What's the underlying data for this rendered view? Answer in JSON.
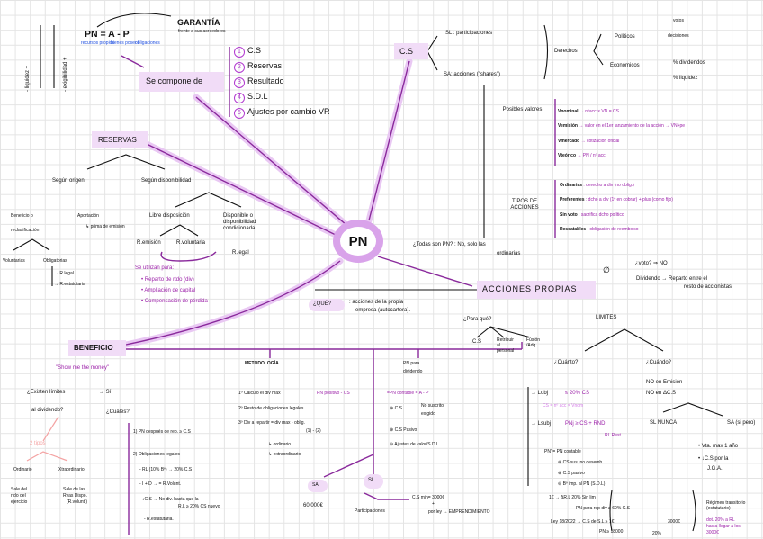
{
  "accent_colors": {
    "purple": "#9b1fa8",
    "highlight": "#f1dcf7",
    "blue": "#1f4fe0",
    "pink": "#f4a3a3"
  },
  "header": {
    "liquidez": "- liquidez +",
    "exigibilidad": "- exigibilidad +",
    "equation": "PN = A - P",
    "pn_sub": "recursos propios",
    "a_sub": "bienes poseos",
    "p_sub": "obligaciones",
    "garantia": "GARANTÍA",
    "garantia_sub": "frente a sus acreedores"
  },
  "center": {
    "label": "PN"
  },
  "compone": {
    "label": "Se compone de",
    "items": [
      "C.S",
      "Reservas",
      "Resultado",
      "S.D.L",
      "Ajustes por cambio VR"
    ]
  },
  "reservas": {
    "title": "RESERVAS",
    "origen": "Según origen",
    "disponibilidad": "Según disponibilidad",
    "beneficio": "Beneficio o",
    "reclas": "reclasificación",
    "aportacion": "Aportación",
    "prima": "↳ prima de emisión",
    "voluntarias": "Voluntarias",
    "obligatorias": "Obligatorias",
    "rlegal_small": "→ R.legal",
    "restat": "→ R.estatutaria",
    "libre": "Libre disposición",
    "disponible": "Disponible o disponibilidad condicionada.",
    "remision": "R.emisión",
    "rvoluntaria": "R.voluntaria",
    "rlegal": "R.legal",
    "utilizan": "Se utilizan para:",
    "usos": [
      "• Reparto de rtdo (div)",
      "• Ampliación de capital",
      "• Compensación de pérdida"
    ]
  },
  "cs": {
    "title": "C.S",
    "sl": "SL : participaciones",
    "sa": "SA: acciones (\"shares\")",
    "derechos": "Derechos",
    "politicos": "Políticos",
    "votos": "votos",
    "decisiones": "decisiones",
    "economicos": "Económicos",
    "dividendos": "% dividendos",
    "liquidez": "% liquidez",
    "posibles": "Posibles valores",
    "valores": [
      {
        "k": "Vnominal",
        "v": "→ nºacc × VN = CS"
      },
      {
        "k": "Vemisión",
        "v": "→ valor en el 1er lanzamiento de la acción → VN+pe"
      },
      {
        "k": "Vmercado",
        "v": "→ cotización oficial"
      },
      {
        "k": "Vteórico",
        "v": "→ PN / nº acc"
      }
    ],
    "tipos": "TIPOS DE ACCIONES",
    "tipos_list": [
      {
        "k": "Ordinarias",
        "v": ": derecho a div (no oblig.)"
      },
      {
        "k": "Preferentes",
        "v": ": dcho a div (1º en cobrar) + plus (como fijo)"
      },
      {
        "k": "Sin voto",
        "v": ": sacrifica dcho político"
      },
      {
        "k": "Rescatables",
        "v": ": obligación de reembolso"
      }
    ],
    "todas": "¿Todas son PN? : No, solo las",
    "todas2": "ordinarias"
  },
  "propias": {
    "title": "ACCIONES PROPIAS",
    "empty": "∅",
    "voto": "¿voto? ⇒ NO",
    "dividendo": "Dividendo → Reparto entre el",
    "dividendo2": "resto de accionistas",
    "que": "¿QUÉ?",
    "que_text": ": acciones de la propia",
    "que_text2": "empresa (autocartera).",
    "para": "¿Para qué?",
    "para_items": [
      "↓C.S",
      "Retribuir al personal",
      "Fusión /Adq."
    ],
    "limites": "LIMITES",
    "cuanto": "¿Cuánto?",
    "lobj": "→ Lobj",
    "lobj_v": "≤ 20% CS",
    "cs_def": "CS = nº acc × Vnom",
    "lsubj": "→ Lsubj",
    "lsubj_v": "PNj ≥ CS + RND",
    "rl_rest": "RL   Rest.",
    "pnp": "PN' = PN contable",
    "pnp_items": [
      "⊕ CS sus. no desemb.",
      "⊕ C.S pasivo",
      "⊖ Bº imp. al PN (S.D.L)"
    ],
    "cuando": "¿Cuándo?",
    "no_emision": "NO en Emisión",
    "no_cs": "NO en ΔC.S",
    "sl_nunca": "SL NUNCA",
    "sa_si": "SA (si pero)",
    "sa_items": [
      "• Vta. max 1 año",
      "• ↓C.S por la",
      "J.G.A."
    ]
  },
  "beneficio": {
    "title": "BENEFICIO",
    "money": "\"Show me the money\"",
    "existen": "¿Existen límites",
    "si": "→ Sí",
    "al_div": "al dividendo?",
    "cuales": "¿Cuáles?",
    "tipos": "2 tipos",
    "ordinario": "Ordinario",
    "xtra": "Xtraordinario",
    "ord_desc": [
      "Sale del",
      "rtdo del",
      "ejercicio"
    ],
    "xtra_desc": [
      "Sale de las",
      "Rvas Dispo.",
      "(R.volunt.)"
    ],
    "cond1": "1) PN después de rep. ≥ C.S",
    "cond2": "2) Obligaciones legales",
    "oblig": [
      "- RL (10% Bº) → 20% C.S",
      "- I + D → = R.Volunt.",
      "- ↓C.S → No div. hasta que la",
      "R.L ≥ 20% CS nuevo",
      "- R.estatutaria."
    ],
    "metodologia": "METODOLOGÍA",
    "pasos": [
      "1º Calculo el div max",
      "2º Resto de obligaciones legales",
      "3º Div a repartir = div max - oblig."
    ],
    "paso1_p": "PN positivo - CS",
    "paso3_sub": "(1)   -   (2)",
    "ord": "↳ ordinario",
    "extra": "↳ extraordinario",
    "pn_div": "PN para",
    "pn_div2": "dividendo",
    "pn_cont": "=PN contable = A - P",
    "pn_items": [
      "⊕ C.S",
      "⊕ C.S Pasivo",
      "⊖ Ajustes de valor/S.D.L"
    ],
    "no_suscrito": "No suscrito",
    "exigido": "exigido",
    "sa": "SA",
    "sa_min": "60.000€",
    "sl": "SL",
    "participaciones": "Participaciones",
    "cs_min": "C.S min= 3000€",
    "plus": "+",
    "por_ley": "por ley → EMPRENDIMIENTO",
    "ley": [
      "1€ → ΔR.L 20% Sin lim",
      "PN para rep div ≥ 60% C.S",
      "Ley 18/2022 → C.S de S.L ≥ 1€",
      "PN ≥ 18000"
    ],
    "ley_3000": "3000€",
    "ley_20": "20%",
    "regimen": "Régimen transitorio (estatutario)",
    "dot": [
      "dot. 20% a RL",
      "hasta llegar a los",
      "3000€"
    ]
  }
}
